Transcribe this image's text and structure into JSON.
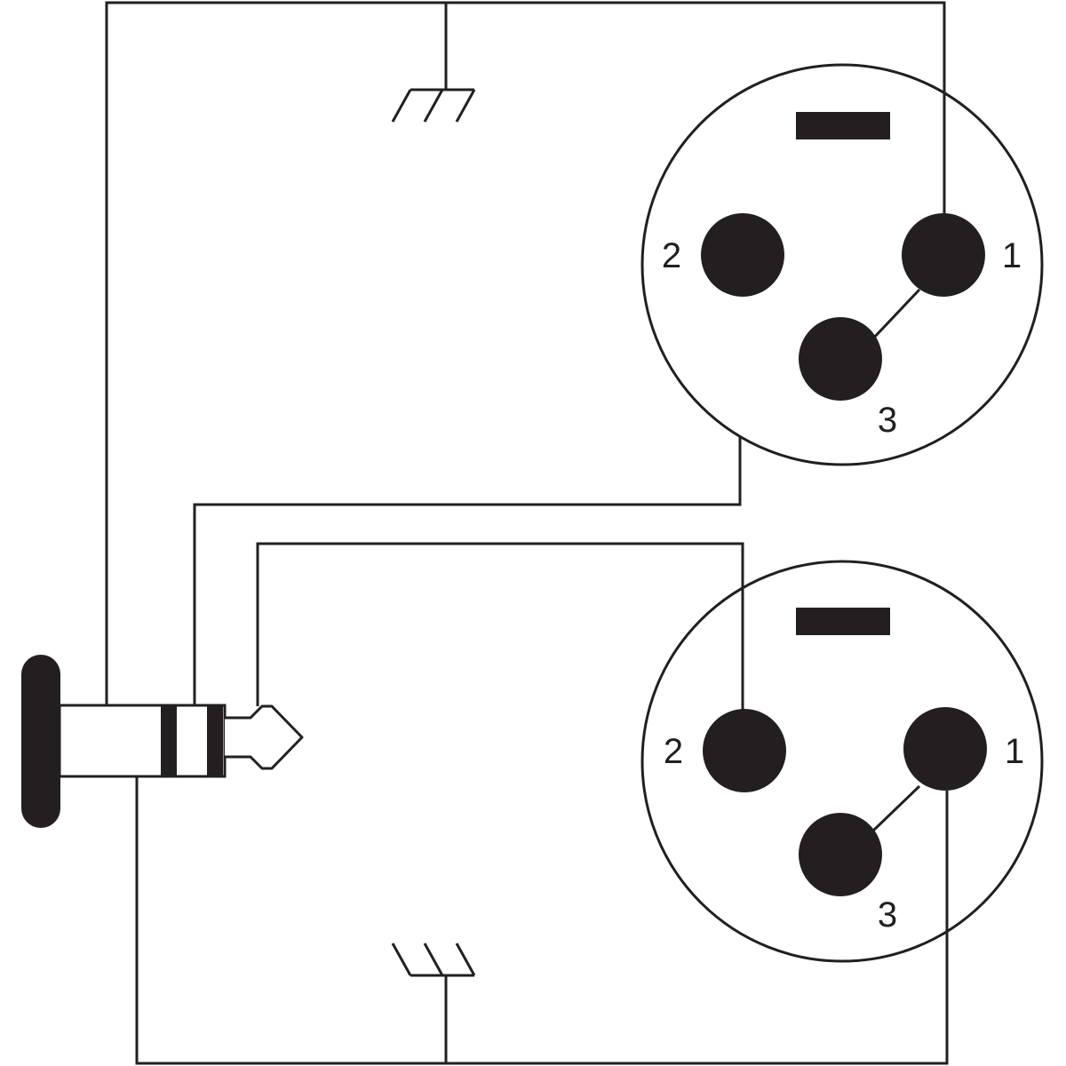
{
  "diagram": {
    "connectors": {
      "jack": {
        "icon": "stereo-trs-jack-plug-icon"
      },
      "xlr_top": {
        "icon": "xlr-connector-icon",
        "pins": [
          {
            "label": "2"
          },
          {
            "label": "1"
          },
          {
            "label": "3"
          }
        ]
      },
      "xlr_bottom": {
        "icon": "xlr-connector-icon",
        "pins": [
          {
            "label": "2"
          },
          {
            "label": "1"
          },
          {
            "label": "3"
          }
        ]
      }
    },
    "grounds": [
      {
        "icon": "chassis-ground-icon"
      },
      {
        "icon": "chassis-ground-icon"
      }
    ],
    "colors": {
      "ink": "#231f20",
      "background": "#ffffff"
    }
  }
}
